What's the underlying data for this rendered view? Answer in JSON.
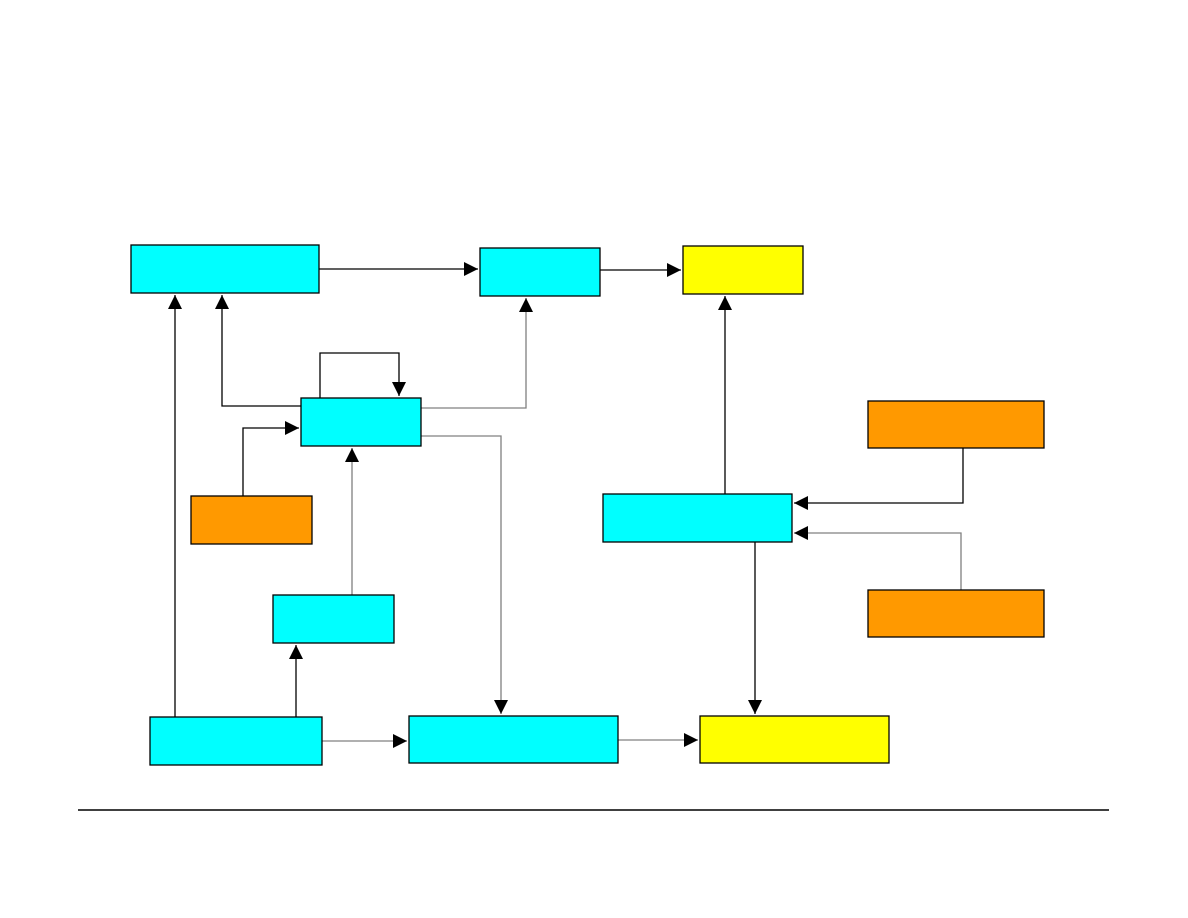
{
  "colors": {
    "process": "#00FFFF",
    "output": "#FFFF00",
    "input": "#FF9900",
    "edge": "#000000",
    "edge_muted": "#808080",
    "background": "#FFFFFF"
  },
  "nodes": [
    {
      "id": "n1",
      "kind": "process",
      "label": ""
    },
    {
      "id": "n2",
      "kind": "process",
      "label": ""
    },
    {
      "id": "n3",
      "kind": "output",
      "label": ""
    },
    {
      "id": "n4",
      "kind": "process",
      "label": ""
    },
    {
      "id": "n5",
      "kind": "input",
      "label": ""
    },
    {
      "id": "n6",
      "kind": "process",
      "label": ""
    },
    {
      "id": "n7",
      "kind": "input",
      "label": ""
    },
    {
      "id": "n8",
      "kind": "input",
      "label": ""
    },
    {
      "id": "n9",
      "kind": "process",
      "label": ""
    },
    {
      "id": "n10",
      "kind": "process",
      "label": ""
    },
    {
      "id": "n11",
      "kind": "process",
      "label": ""
    },
    {
      "id": "n12",
      "kind": "output",
      "label": ""
    }
  ],
  "edges": [
    {
      "from": "n1",
      "to": "n2"
    },
    {
      "from": "n2",
      "to": "n3"
    },
    {
      "from": "n4",
      "to": "n1"
    },
    {
      "from": "n4",
      "to": "n4"
    },
    {
      "from": "n4",
      "to": "n2"
    },
    {
      "from": "n4",
      "to": "n11"
    },
    {
      "from": "n5",
      "to": "n4"
    },
    {
      "from": "n9",
      "to": "n4"
    },
    {
      "from": "n10",
      "to": "n1"
    },
    {
      "from": "n10",
      "to": "n9"
    },
    {
      "from": "n10",
      "to": "n11"
    },
    {
      "from": "n11",
      "to": "n12"
    },
    {
      "from": "n6",
      "to": "n3"
    },
    {
      "from": "n6",
      "to": "n12"
    },
    {
      "from": "n7",
      "to": "n6"
    },
    {
      "from": "n8",
      "to": "n6"
    }
  ]
}
